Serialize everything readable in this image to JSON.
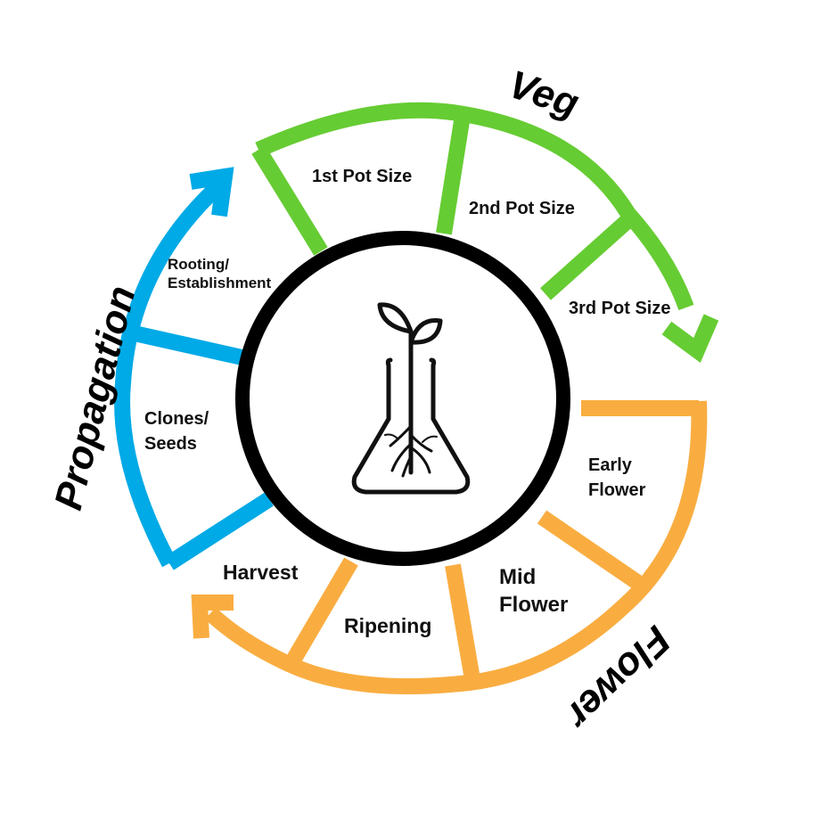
{
  "colors": {
    "veg": "#66CC33",
    "propagation": "#00AAE6",
    "flower": "#F9AD41",
    "center_ring": "#000000"
  },
  "icon": "flask-with-sprout-icon",
  "phases": {
    "veg": "Veg",
    "propagation": "Propagation",
    "flower": "Flower"
  },
  "stages": {
    "rooting": [
      "Rooting/",
      "Establishment"
    ],
    "clones": [
      "Clones/",
      "Seeds"
    ],
    "pot1": "1st Pot Size",
    "pot2": "2nd Pot Size",
    "pot3": "3rd Pot Size",
    "early_flower": [
      "Early",
      "Flower"
    ],
    "mid_flower": [
      "Mid",
      "Flower"
    ],
    "ripening": "Ripening",
    "harvest": "Harvest"
  }
}
